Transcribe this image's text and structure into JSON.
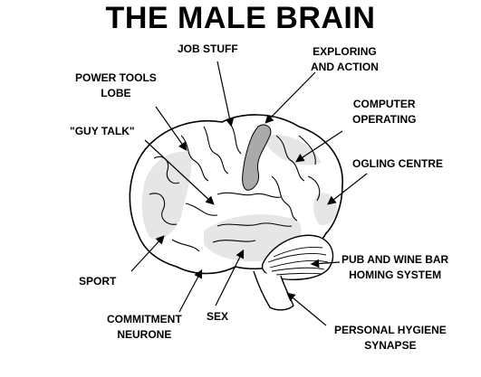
{
  "title": "THE MALE BRAIN",
  "labels": {
    "job_stuff": [
      "JOB STUFF"
    ],
    "exploring": [
      "EXPLORING",
      "AND ACTION"
    ],
    "power_tools": [
      "POWER TOOLS",
      "LOBE"
    ],
    "computer": [
      "COMPUTER",
      "OPERATING"
    ],
    "guy_talk": [
      "\"GUY TALK\""
    ],
    "ogling": [
      "OGLING CENTRE"
    ],
    "pub": [
      "PUB AND WINE BAR",
      "HOMING SYSTEM"
    ],
    "sport": [
      "SPORT"
    ],
    "sex": [
      "SEX"
    ],
    "commitment": [
      "COMMITMENT",
      "NEURONE"
    ],
    "hygiene": [
      "PERSONAL HYGIENE",
      "SYNAPSE"
    ]
  },
  "colors": {
    "ink": "#000000",
    "light_gray": "#e6e6e6",
    "dark_gray": "#aaaaaa",
    "background": "#ffffff"
  }
}
